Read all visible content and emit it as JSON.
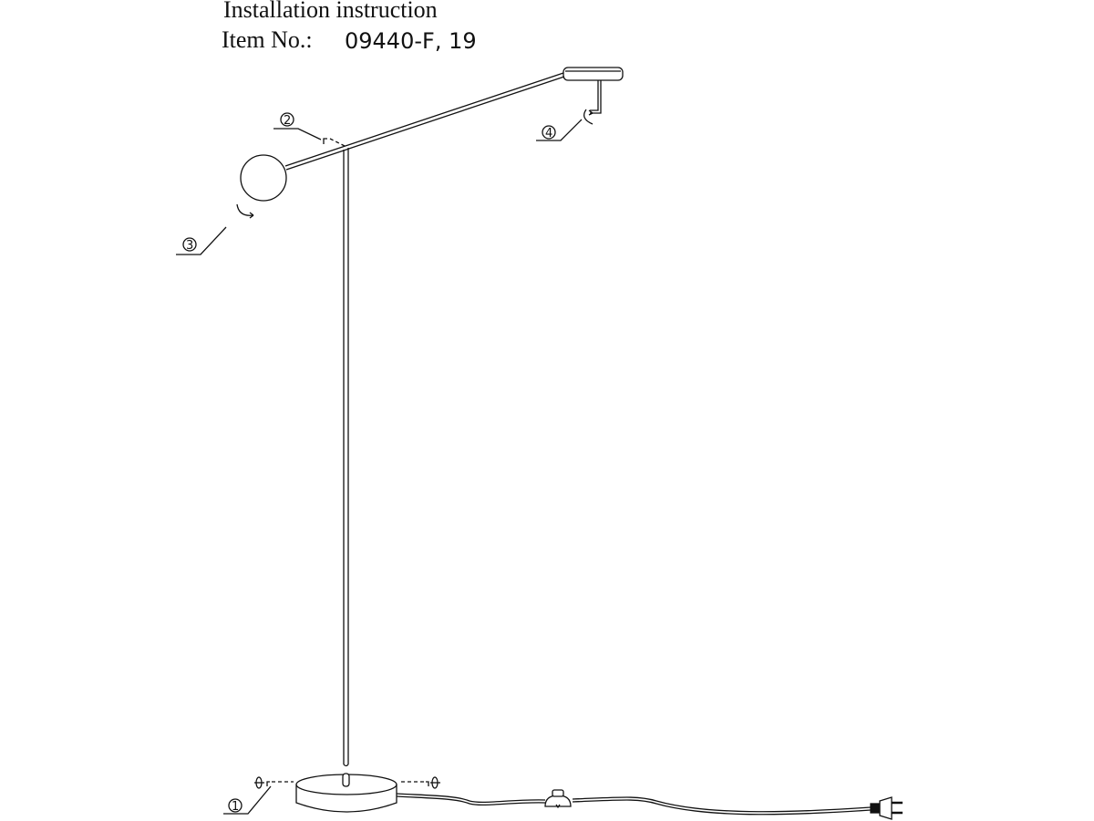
{
  "header": {
    "title": "Installation instruction",
    "item_label": "Item No.:",
    "item_number": "09440-F, 19"
  },
  "callouts": [
    "1",
    "2",
    "3",
    "4"
  ]
}
